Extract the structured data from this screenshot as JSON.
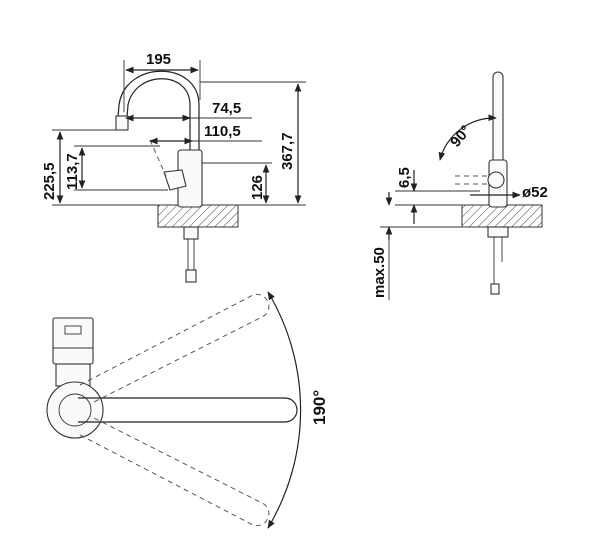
{
  "side_view": {
    "width_label": "195",
    "spout_reach_inner": "74,5",
    "spout_reach_outer": "110,5",
    "height_total": "367,7",
    "outlet_height": "225,5",
    "lever_height": "113,7",
    "body_height": "126"
  },
  "front_view": {
    "lever_angle": "90°",
    "lever_offset": "6,5",
    "base_diameter": "ø52",
    "counter_thickness": "max.50"
  },
  "top_view": {
    "swivel_angle": "190°"
  }
}
